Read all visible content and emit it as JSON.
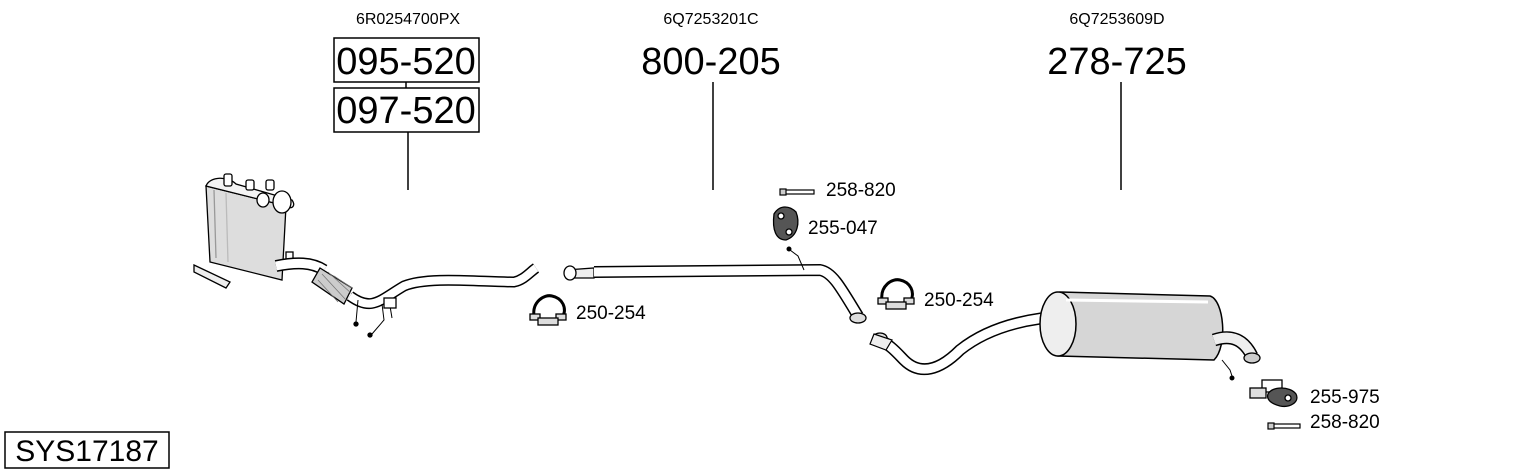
{
  "oem_numbers": {
    "left": "6R0254700PX",
    "middle": "6Q7253201C",
    "right": "6Q7253609D"
  },
  "main_parts": {
    "dpf_a": "095-520",
    "dpf_b": "097-520",
    "middle_pipe": "800-205",
    "rear_silencer": "278-725"
  },
  "accessories": {
    "bolt_mid": "258-820",
    "hanger_mid": "255-047",
    "clamp_left": "250-254",
    "clamp_right": "250-254",
    "hanger_rear": "255-975",
    "bolt_rear": "258-820"
  },
  "system_code": "SYS17187"
}
